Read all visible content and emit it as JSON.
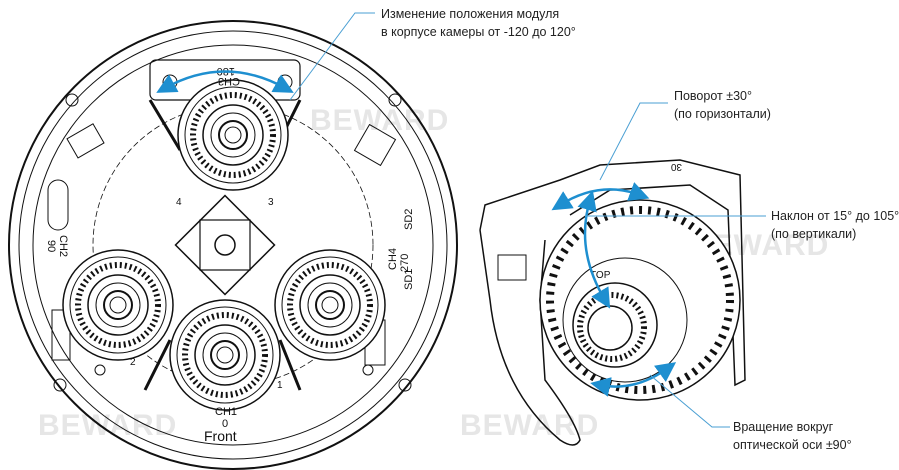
{
  "watermark": "BEWARD",
  "left_camera": {
    "channels": [
      {
        "name": "CH3",
        "angle": "180"
      },
      {
        "name": "CH2",
        "angle": "90"
      },
      {
        "name": "CH4",
        "angle": "270"
      },
      {
        "name": "CH1",
        "angle": "0"
      }
    ],
    "front_label": "Front",
    "sd_slots": [
      "SD1",
      "SD2"
    ],
    "module_numbers": [
      "1",
      "2",
      "3",
      "4"
    ]
  },
  "right_camera": {
    "top_label": "TOP",
    "scale_mark": "30"
  },
  "callouts": {
    "module_position": [
      "Изменение положения модуля",
      "в корпусе камеры от -120 до 120°"
    ],
    "pan": [
      "Поворот ±30°",
      "(по горизонтали)"
    ],
    "tilt": [
      "Наклон от 15° до 105°",
      "(по вертикали)"
    ],
    "rotation": [
      "Вращение вокруг",
      "оптической оси ±90°"
    ]
  },
  "colors": {
    "accent": "#1e8fd0",
    "leader": "#4a9fd3",
    "line": "#1a1a1a"
  }
}
